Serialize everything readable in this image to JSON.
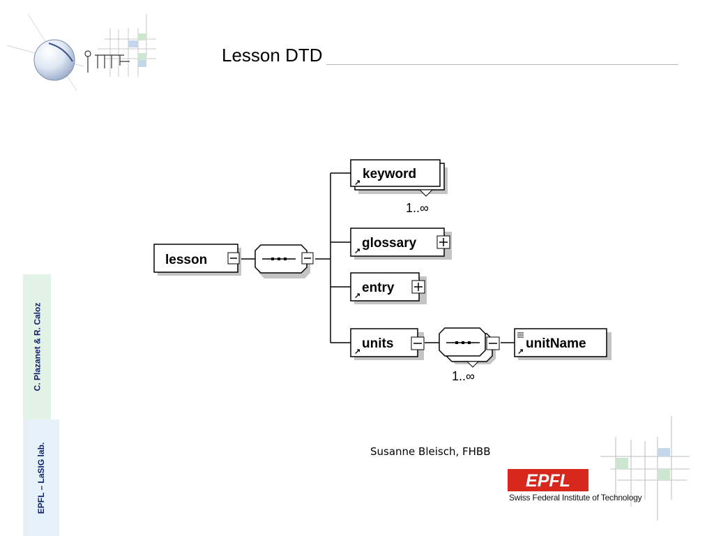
{
  "slide": {
    "title": "Lesson DTD",
    "side_band_top": "C. Plazanet & R. Caloz",
    "side_band_bottom": "EPFL – LaSIG lab.",
    "footer_author": "Susanne Bleisch, FHBB",
    "institute_name": "Swiss Federal Institute of Technology",
    "logo_text": "EPFL"
  },
  "diagram": {
    "root": "lesson",
    "children": [
      {
        "name": "keyword",
        "cardinality": "1..∞"
      },
      {
        "name": "glossary"
      },
      {
        "name": "entry"
      },
      {
        "name": "units"
      }
    ],
    "units_child": "unitName",
    "units_cardinality": "1..∞"
  },
  "colors": {
    "band_green": "#e3f2e6",
    "band_blue": "#e7f1fa",
    "side_text": "#0b1d6b",
    "epfl_red": "#d8271c"
  }
}
